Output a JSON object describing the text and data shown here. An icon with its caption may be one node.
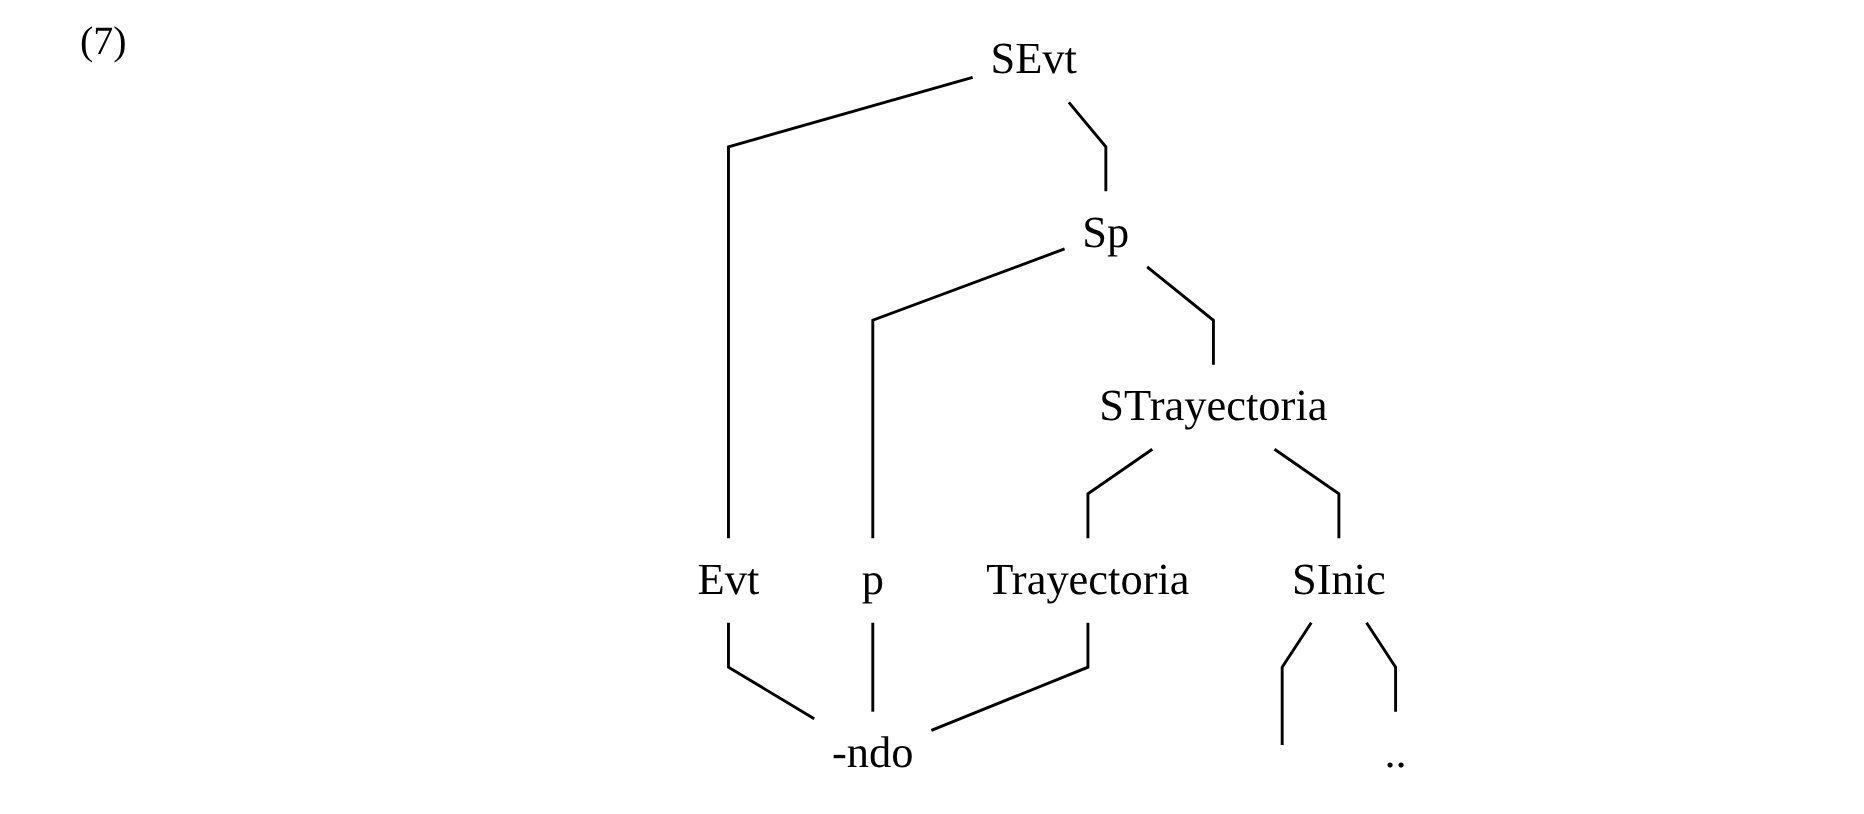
{
  "diagram": {
    "nodes": [
      {
        "text": [
          "SEvt"
        ]
      },
      {
        "text": [
          "Evt"
        ]
      },
      {
        "text": [
          "Sp"
        ]
      },
      {
        "text": [
          "p"
        ]
      },
      {
        "text": [
          "STrayectoria"
        ]
      },
      {
        "text": [
          "-ndo"
        ]
      },
      {
        "text": [
          "Trayectoria"
        ]
      },
      {
        "text": [
          "SInic"
        ]
      },
      {
        "text": [
          ".."
        ]
      }
    ],
    "edges": [
      {
        "from": 0,
        "to": 1,
        "arrow": "none"
      },
      {
        "from": 0,
        "to": 2,
        "arrow": "none"
      },
      {
        "from": 2,
        "to": 3,
        "arrow": "none"
      },
      {
        "from": 2,
        "to": 4,
        "arrow": "none"
      },
      {
        "from": 1,
        "to": 5,
        "arrow": "none"
      },
      {
        "from": 3,
        "to": 5,
        "arrow": "none"
      },
      {
        "from": 4,
        "to": 6,
        "arrow": "none"
      },
      {
        "from": 4,
        "to": 7,
        "arrow": "none"
      },
      {
        "from": 6,
        "to": 5,
        "arrow": "none"
      },
      {
        "from": 7,
        "to": null,
        "arrow": "none"
      },
      {
        "from": 7,
        "to": 8,
        "arrow": "none"
      }
    ],
    "labels": [
      "(7)"
    ]
  }
}
